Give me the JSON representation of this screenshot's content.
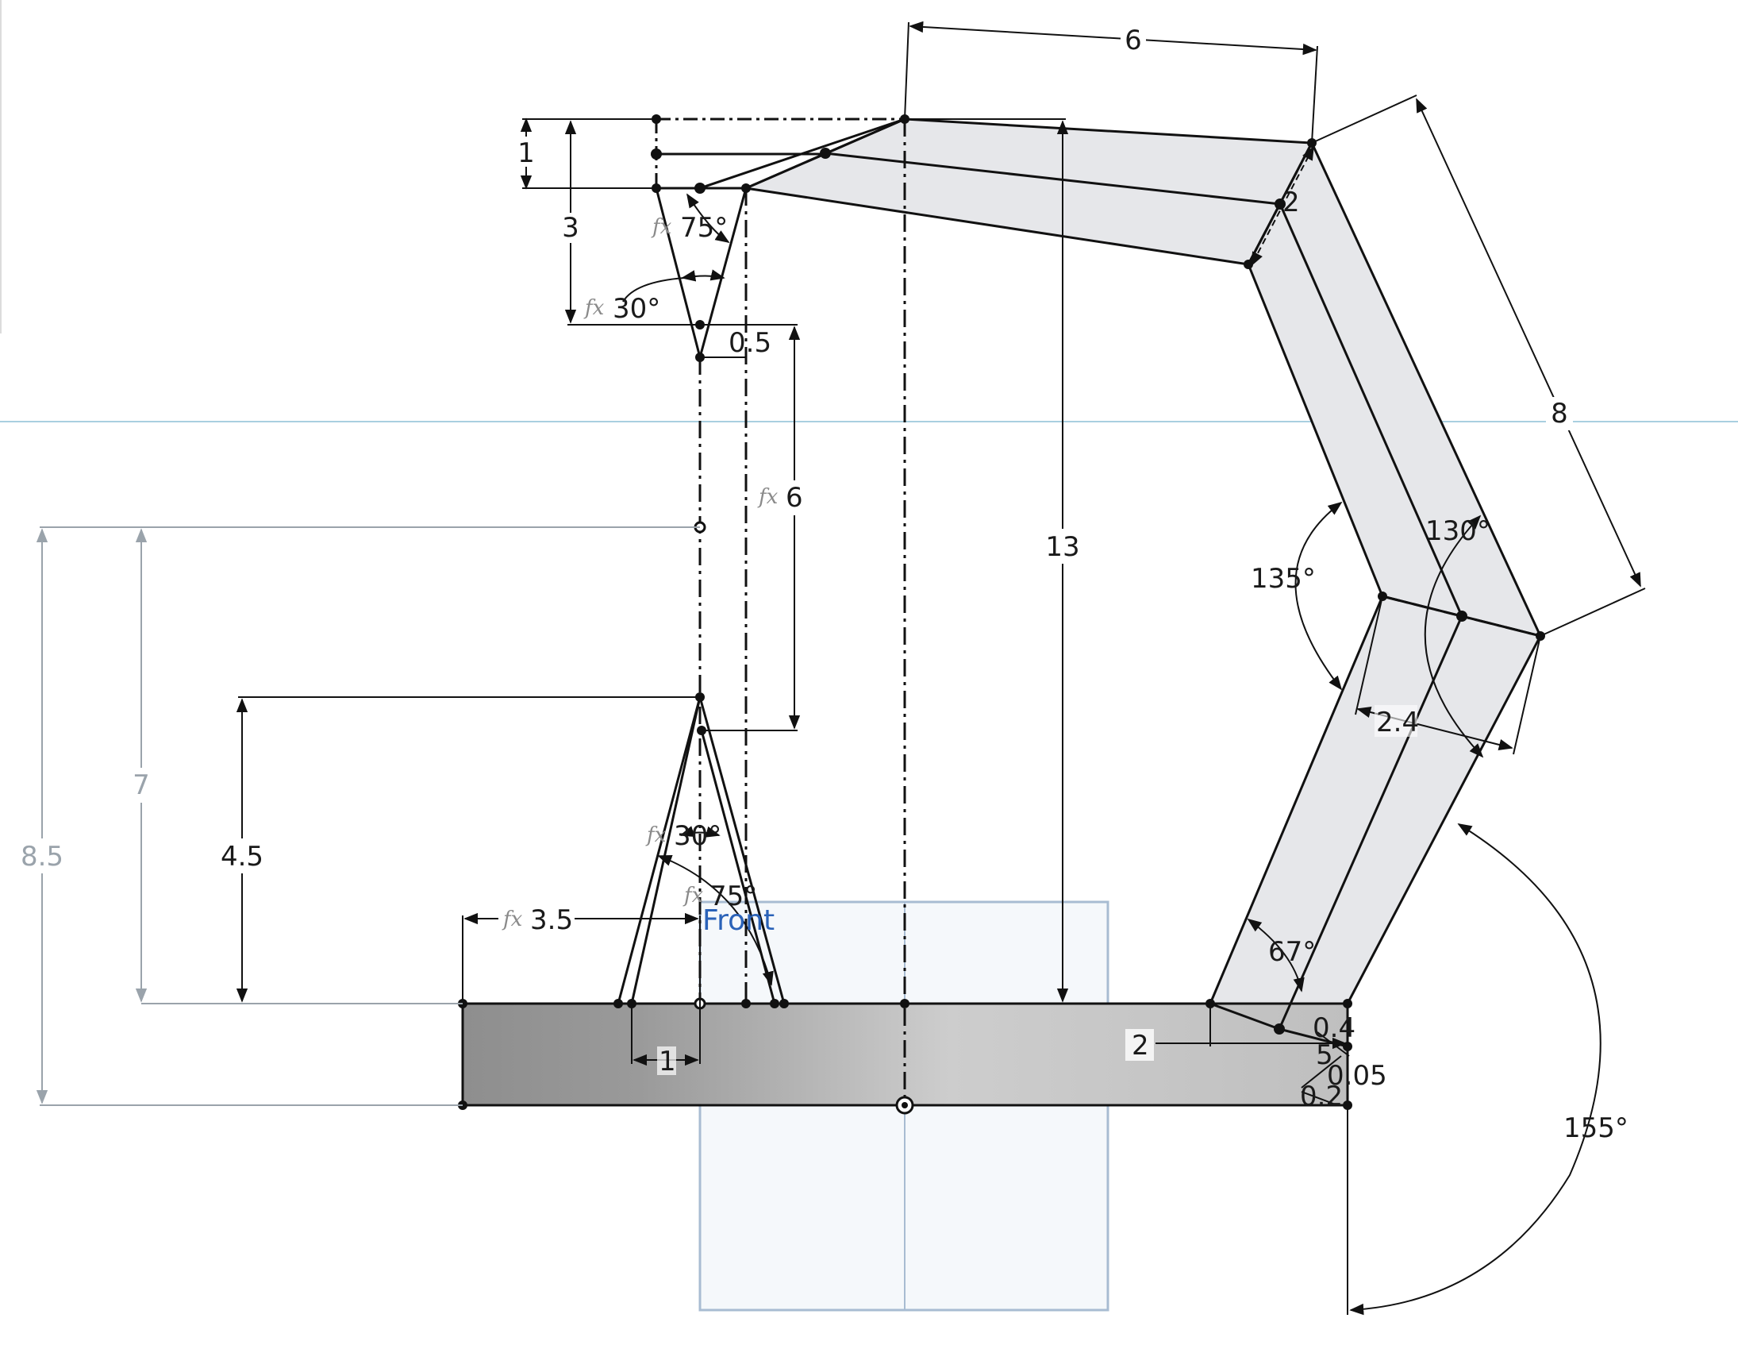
{
  "plane": {
    "label": "Front"
  },
  "fx_symbol": "fx",
  "dimensions": {
    "top_width": "6",
    "top_thickness": "1",
    "top_depth": "3",
    "angle_top_75": "75°",
    "angle_top_30": "30°",
    "top_offset": "0.5",
    "stem_6": "6",
    "total_height": "13",
    "right_length": "8",
    "right_2": "2",
    "angle_135": "135°",
    "angle_130": "130°",
    "width_2_4": "2.4",
    "angle_67": "67°",
    "angle_155": "155°",
    "left_8_5": "8.5",
    "left_7": "7",
    "left_4_5": "4.5",
    "angle_bot_30": "30°",
    "angle_bot_75": "75°",
    "offset_3_5": "3.5",
    "width_1": "1",
    "bottom_2": "2",
    "small_0_4": "0.4",
    "small_5": "5",
    "small_0_05": "0.05",
    "small_0_2": "0.2"
  },
  "colors": {
    "line": "#111111",
    "fill_light": "#e6e7ea",
    "plane_fill": "#f2f6fa",
    "plane_stroke": "#a8bcd2",
    "plane_label": "#2a62b8",
    "muted_dim": "#9aa3ab",
    "guide_line": "#a9cfe0"
  }
}
